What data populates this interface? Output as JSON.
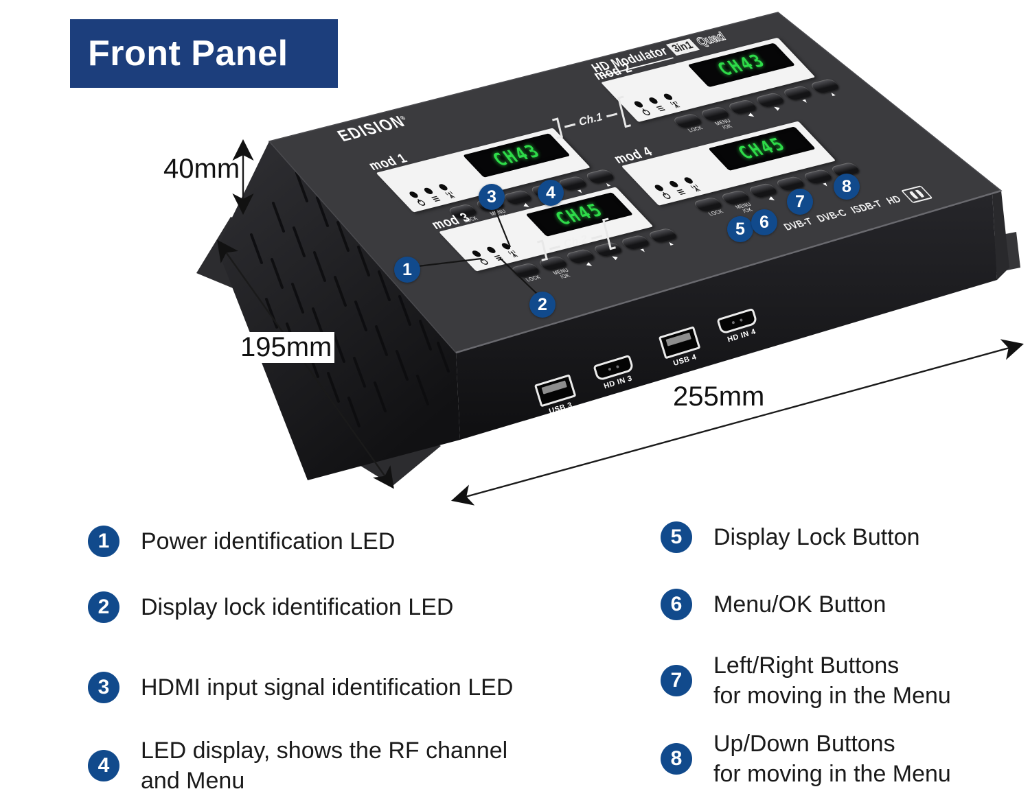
{
  "title": "Front Panel",
  "colors": {
    "navy_box": "#1c3e7c",
    "navy_circle": "#114a8c",
    "display_green": "#2edb49",
    "device_top": "#3b3b3e",
    "device_front": "#1d1d20",
    "device_side": "#2e2e31",
    "panel_white": "#f3f3f3"
  },
  "device": {
    "brand": "EDISION",
    "brand_reg": "®",
    "product": {
      "hd_modulator": "HD Modulator",
      "three_in_one": "3in1",
      "quad": "Quad"
    },
    "modules": [
      {
        "name": "mod 1",
        "channel": "CH43"
      },
      {
        "name": "mod 2",
        "channel": "CH43"
      },
      {
        "name": "mod 3",
        "channel": "CH45"
      },
      {
        "name": "mod 4",
        "channel": "CH45"
      }
    ],
    "channel_groups": [
      {
        "label": "Ch.1"
      },
      {
        "label": "Ch.2"
      }
    ],
    "buttons": {
      "lock": "LOCK",
      "menu_line1": "MENU",
      "menu_line2": "/OK"
    },
    "arrows": {
      "left": "◀",
      "right": "▶",
      "down": "▼",
      "up": "▲"
    },
    "led_icons": [
      "power-icon",
      "display-lock-icon",
      "antenna-signal-icon"
    ],
    "standards": [
      {
        "label": "DVB-T"
      },
      {
        "label": "DVB-C"
      },
      {
        "label": "ISDB-T"
      },
      {
        "label": "HD"
      }
    ],
    "icons": {
      "dolby": "dolby-digital-logo"
    },
    "ports": [
      {
        "label": "USB 3"
      },
      {
        "label": "HD IN 3"
      },
      {
        "label": "USB 4"
      },
      {
        "label": "HD IN 4"
      }
    ]
  },
  "dimensions": {
    "height": "40mm",
    "depth": "195mm",
    "width": "255mm"
  },
  "callouts": {
    "c1": "1",
    "c2": "2",
    "c3": "3",
    "c4": "4",
    "c5": "5",
    "c6": "6",
    "c7": "7",
    "c8": "8"
  },
  "legend": {
    "left": [
      {
        "num": "1",
        "line1": "Power identification LED"
      },
      {
        "num": "2",
        "line1": "Display lock identification LED"
      },
      {
        "num": "3",
        "line1": "HDMI input signal identification LED"
      },
      {
        "num": "4",
        "line1": "LED display, shows the RF channel",
        "line2": "and Menu"
      }
    ],
    "right": [
      {
        "num": "5",
        "line1": "Display Lock Button"
      },
      {
        "num": "6",
        "line1": "Menu/OK Button"
      },
      {
        "num": "7",
        "line1": "Left/Right Buttons",
        "line2": "for moving in the Menu"
      },
      {
        "num": "8",
        "line1": "Up/Down Buttons",
        "line2": "for moving in the Menu"
      }
    ]
  }
}
